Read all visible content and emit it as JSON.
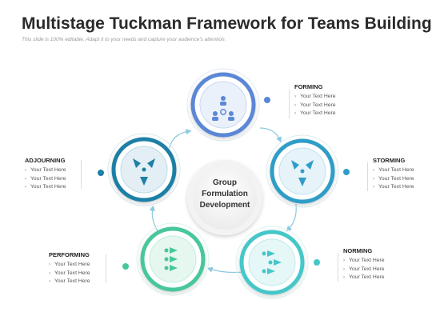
{
  "title": "Multistage Tuckman Framework for Teams Building",
  "subtitle": "This slide is 100% editable. Adapt it to your needs and capture your audience's attention.",
  "center": {
    "line1": "Group",
    "line2": "Formulation",
    "line3": "Development"
  },
  "stages": [
    {
      "id": "forming",
      "label": "FORMING",
      "items": [
        "Your Text Here",
        "Your Text Here",
        "Your Text Here"
      ],
      "color": "#5b87d6",
      "icon": "team-network-icon"
    },
    {
      "id": "storming",
      "label": "STORMING",
      "items": [
        "Your Text Here",
        "Your Text Here",
        "Your Text Here"
      ],
      "color": "#2f9dc8",
      "icon": "diverging-arrows-icon"
    },
    {
      "id": "norming",
      "label": "NORMING",
      "items": [
        "Your Text Here",
        "Your Text Here",
        "Your Text Here"
      ],
      "color": "#45c7c9",
      "icon": "parallel-arrows-icon"
    },
    {
      "id": "performing",
      "label": "PERFORMING",
      "items": [
        "Your Text Here",
        "Your Text Here",
        "Your Text Here"
      ],
      "color": "#46c79a",
      "icon": "aligned-arrows-icon"
    },
    {
      "id": "adjourning",
      "label": "ADJOURNING",
      "items": [
        "Your Text Here",
        "Your Text Here",
        "Your Text Here"
      ],
      "color": "#1f7fa6",
      "icon": "converging-arrows-icon"
    }
  ]
}
